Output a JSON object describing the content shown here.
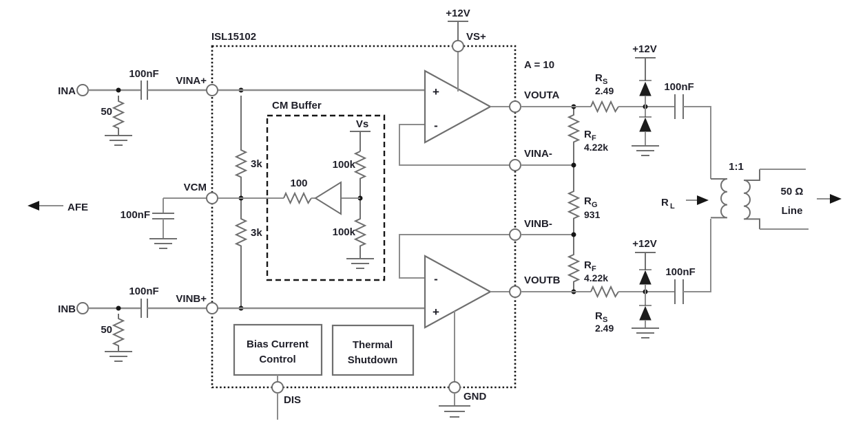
{
  "schematic": {
    "chip_label": "ISL15102",
    "gain_label": "A = 10"
  },
  "pins": {
    "vina_plus": "VINA+",
    "vcm": "VCM",
    "vinb_plus": "VINB+",
    "vs_plus": "VS+",
    "vouta": "VOUTA",
    "vina_minus": "VINA-",
    "vinb_minus": "VINB-",
    "voutb": "VOUTB",
    "dis": "DIS",
    "gnd": "GND"
  },
  "supplies": {
    "main": "+12V",
    "vs_inner": "Vs",
    "clamp_a": "+12V",
    "clamp_b": "+12V"
  },
  "input_a": {
    "terminal": "INA",
    "termination": "50",
    "cap": "100nF"
  },
  "input_b": {
    "terminal": "INB",
    "termination": "50",
    "cap": "100nF"
  },
  "vcm_net": {
    "afe_label": "AFE",
    "cap": "100nF",
    "r_upper": "3k",
    "r_lower": "3k"
  },
  "cm_buffer": {
    "title": "CM Buffer",
    "r_upper": "100k",
    "r_lower": "100k",
    "r_series": "100"
  },
  "opamp_a": {
    "noninverting": "+",
    "inverting": "-"
  },
  "opamp_b": {
    "inverting": "-",
    "noninverting": "+"
  },
  "feedback": {
    "rf_top_ref": "R",
    "rf_top_sub": "F",
    "rf_top_value": "4.22k",
    "rg_ref": "R",
    "rg_sub": "G",
    "rg_value": "931",
    "rf_bot_ref": "R",
    "rf_bot_sub": "F",
    "rf_bot_value": "4.22k"
  },
  "output_a": {
    "rs_ref": "R",
    "rs_sub": "S",
    "rs_value": "2.49",
    "cap": "100nF"
  },
  "output_b": {
    "rs_ref": "R",
    "rs_sub": "S",
    "rs_value": "2.49",
    "cap": "100nF"
  },
  "blocks": {
    "bias_line1": "Bias Current",
    "bias_line2": "Control",
    "thermal_line1": "Thermal",
    "thermal_line2": "Shutdown"
  },
  "line_out": {
    "ratio": "1:1",
    "rl_ref": "R",
    "rl_sub": "L",
    "impedance": "50 Ω",
    "label": "Line"
  }
}
